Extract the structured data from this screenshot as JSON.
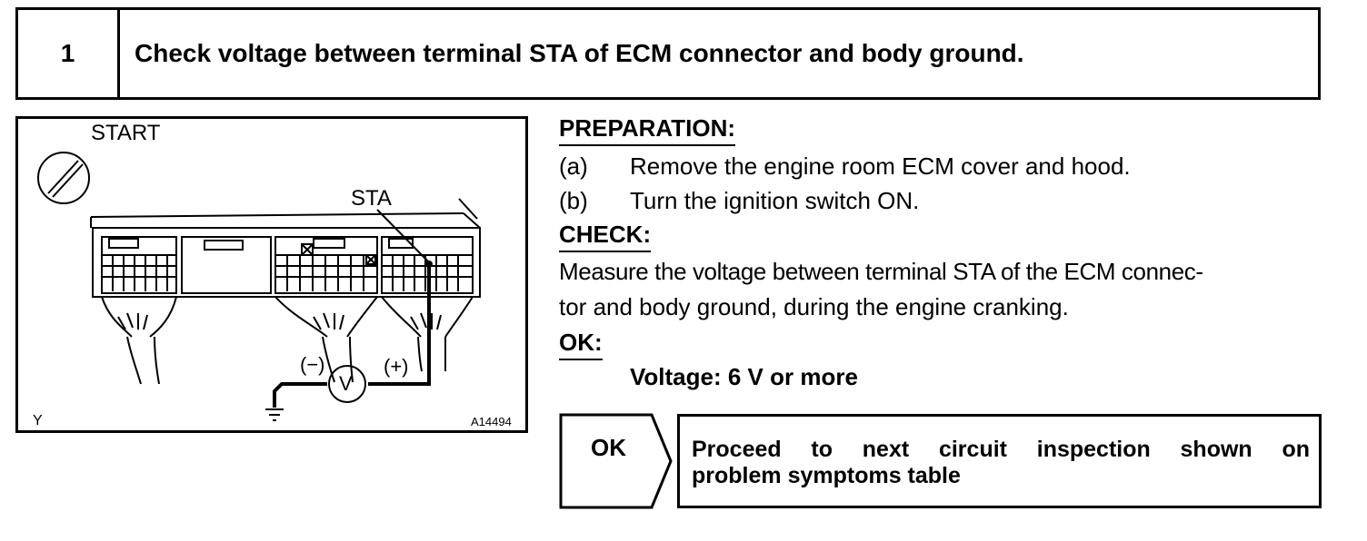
{
  "step": {
    "number": "1",
    "title": "Check voltage between terminal STA of ECM connector and body ground."
  },
  "illustration": {
    "label_start": "START",
    "label_sta": "STA",
    "label_minus": "(−)",
    "label_plus": "(+)",
    "label_v": "V",
    "label_y": "Y",
    "figure_id": "A14494"
  },
  "preparation": {
    "heading": "PREPARATION:",
    "items": [
      {
        "label": "(a)",
        "text": "Remove the engine room ECM cover and hood."
      },
      {
        "label": "(b)",
        "text": "Turn the ignition switch ON."
      }
    ]
  },
  "check": {
    "heading": "CHECK:",
    "lines": [
      "Measure the voltage between terminal STA of the ECM connec-",
      "tor and body ground, during the engine cranking."
    ]
  },
  "ok": {
    "heading": "OK:",
    "spec": "Voltage: 6 V or more"
  },
  "result": {
    "label": "OK",
    "lines": [
      "Proceed to next circuit inspection shown on",
      "problem symptoms table"
    ]
  }
}
